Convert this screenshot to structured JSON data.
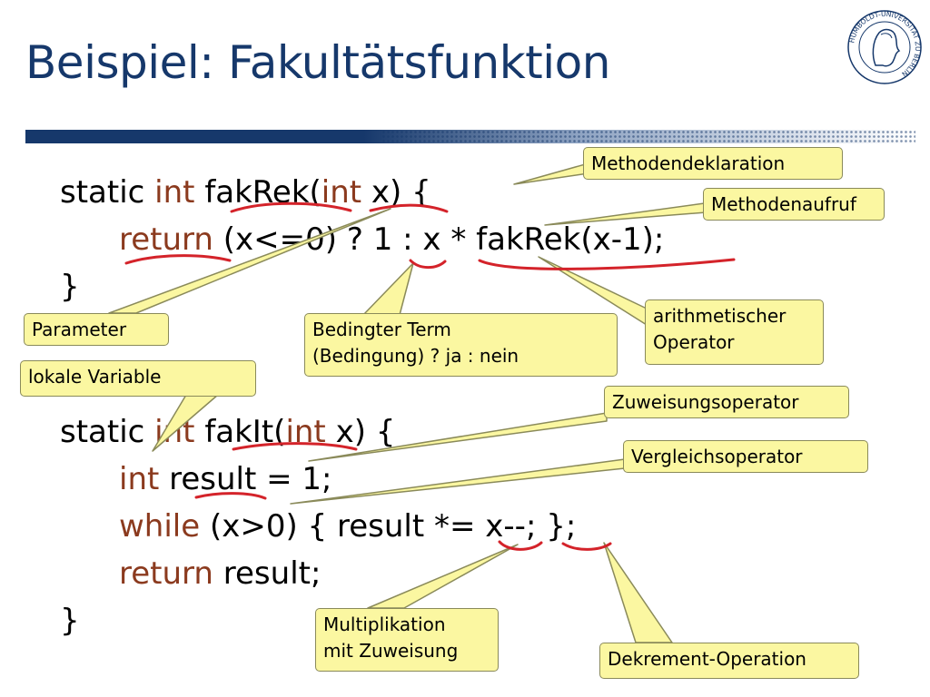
{
  "slide": {
    "title": "Beispiel: Fakultätsfunktion"
  },
  "code": {
    "fakrek": {
      "line1": {
        "static": "static ",
        "int": "int",
        "sp": " ",
        "name": "fakRek",
        "open": "(",
        "int2": "int",
        "rest": " x) {"
      },
      "line2": {
        "return": "return",
        "rest": " (x<=0) ? 1 : x * fakRek(x-1);"
      },
      "line3": "}"
    },
    "fakit": {
      "line1": {
        "static": "static ",
        "int": "int",
        "sp": " ",
        "name": "fakIt",
        "open": "(",
        "int2": "int",
        "rest": " x) {"
      },
      "line2": {
        "int": "int",
        "rest": " result = 1;"
      },
      "line3": {
        "while": "while",
        "rest": " (x>0) { result *= x--; };"
      },
      "line4": {
        "return": "return",
        "rest": " result;"
      },
      "line5": "}"
    }
  },
  "callouts": {
    "methodendeklaration": "Methodendeklaration",
    "methodenaufruf": "Methodenaufruf",
    "parameter": "Parameter",
    "bedingter_term_line1": "Bedingter Term",
    "bedingter_term_line2": "(Bedingung) ? ja : nein",
    "arithmetischer_line1": "arithmetischer",
    "arithmetischer_line2": "Operator",
    "lokale_variable": "lokale Variable",
    "zuweisungsoperator": "Zuweisungsoperator",
    "vergleichsoperator": "Vergleichsoperator",
    "multiplikation_line1": "Multiplikation",
    "multiplikation_line2": "mit Zuweisung",
    "dekrement": "Dekrement-Operation"
  },
  "colors": {
    "title": "#16386b",
    "keyword": "#8b3a1e",
    "callout_fill": "#fbf7a1",
    "annotation_red": "#d4232a"
  },
  "logo": {
    "icon": "university-seal-icon",
    "ring_text": "HUMBOLDT-UNIVERSITÄT ZU BERLIN"
  }
}
